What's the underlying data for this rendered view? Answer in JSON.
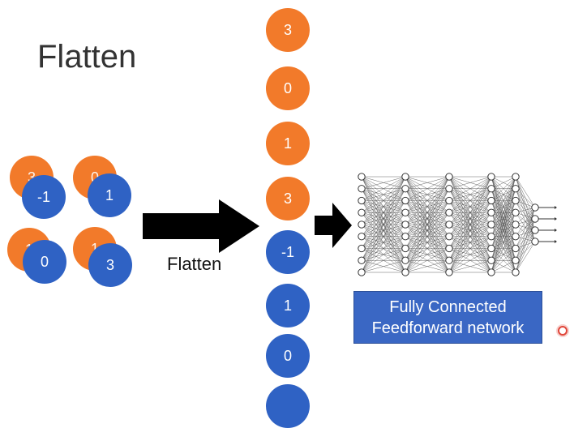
{
  "title": "Flatten",
  "arrow_label": "Flatten",
  "feature_maps": [
    {
      "front": "-1",
      "back": "3"
    },
    {
      "front": "1",
      "back": "0"
    },
    {
      "front": "0",
      "back": "1"
    },
    {
      "front": "3",
      "back": "1"
    }
  ],
  "flattened_vector": [
    {
      "value": "3",
      "color": "orange"
    },
    {
      "value": "0",
      "color": "orange"
    },
    {
      "value": "1",
      "color": "orange"
    },
    {
      "value": "3",
      "color": "orange"
    },
    {
      "value": "-1",
      "color": "blue"
    },
    {
      "value": "1",
      "color": "blue"
    },
    {
      "value": "0",
      "color": "blue"
    }
  ],
  "network": {
    "label_line1": "Fully Connected",
    "label_line2": "Feedforward network",
    "layers": [
      9,
      9,
      9,
      9,
      9,
      4
    ],
    "output_arrows": 4
  },
  "colors": {
    "orange": "#f27a2a",
    "blue": "#2f62c4",
    "arrow": "#000000",
    "box": "#3a67c4"
  }
}
